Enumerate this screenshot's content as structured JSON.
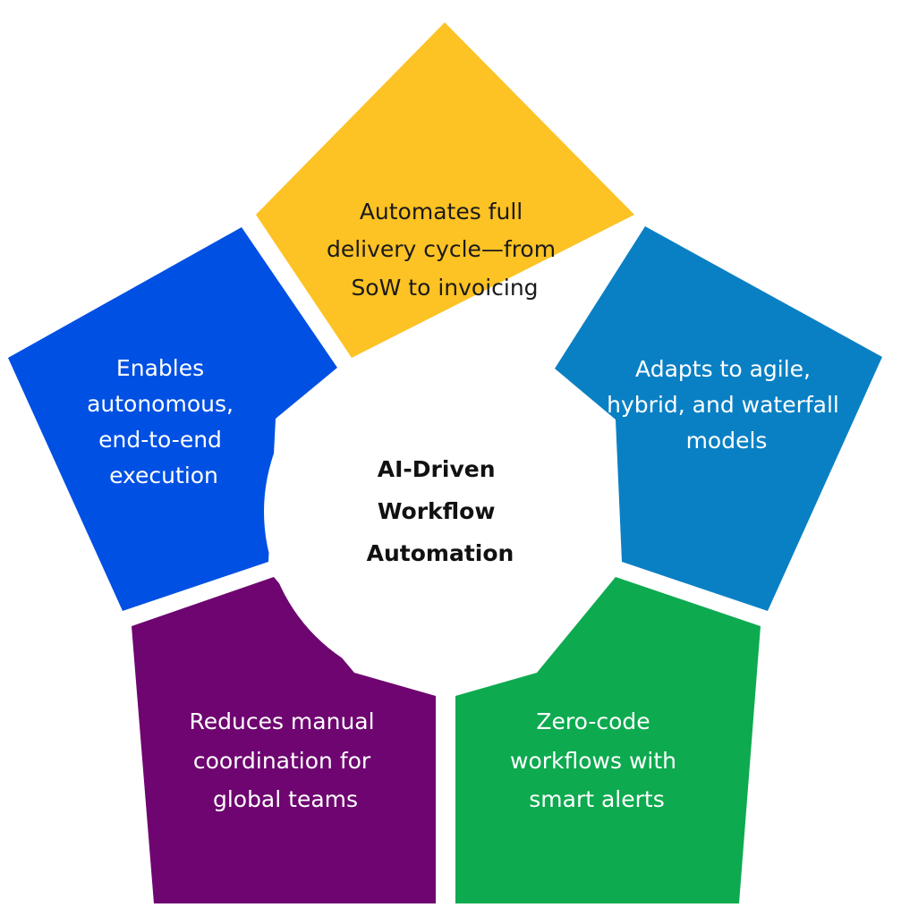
{
  "center": {
    "lines": [
      "AI-Driven",
      "Workflow",
      "Automation"
    ]
  },
  "segments": [
    {
      "id": "top",
      "color": "#FDC224",
      "text_color": "#1a1a1a",
      "lines": [
        "Automates full",
        "delivery cycle—from",
        "SoW to invoicing"
      ]
    },
    {
      "id": "right",
      "color": "#0A80C4",
      "text_color": "#ffffff",
      "lines": [
        "Adapts to agile,",
        "hybrid, and waterfall",
        "models"
      ]
    },
    {
      "id": "bottom-right",
      "color": "#0DAA4F",
      "text_color": "#ffffff",
      "lines": [
        "Zero-code",
        "workflows with",
        "smart alerts"
      ]
    },
    {
      "id": "bottom-left",
      "color": "#6E0570",
      "text_color": "#ffffff",
      "lines": [
        "Reduces manual",
        "coordination for",
        "global teams"
      ]
    },
    {
      "id": "left",
      "color": "#0050E3",
      "text_color": "#ffffff",
      "lines": [
        "Enables",
        "autonomous,",
        "end-to-end",
        "execution"
      ]
    }
  ]
}
